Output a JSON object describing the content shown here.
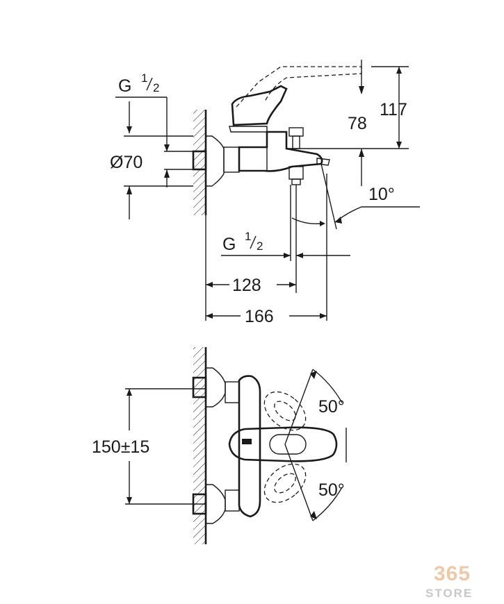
{
  "side_view": {
    "thread_label": "G",
    "thread_frac_num": "1",
    "thread_frac_den": "2",
    "diameter_label": "Ø70",
    "height_total": "117",
    "height_spout": "78",
    "angle": "10°",
    "thread_bottom_label": "G",
    "thread_bottom_num": "1",
    "thread_bottom_den": "2",
    "depth_outlet": "128",
    "depth_total": "166"
  },
  "front_view": {
    "spacing": "150±15",
    "rotation_up": "50°",
    "rotation_down": "50°"
  },
  "watermark": {
    "number": "365",
    "word": "STORE"
  }
}
